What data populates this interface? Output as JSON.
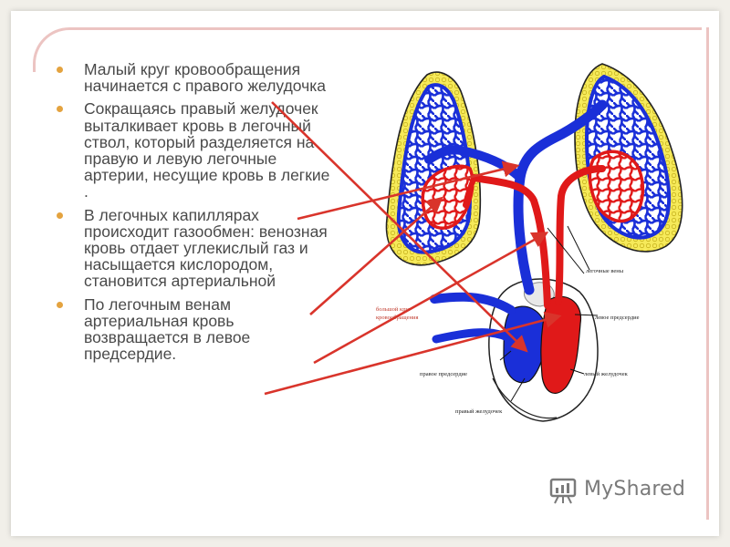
{
  "bullets": [
    "Малый круг кровообращения начинается с  правого желудочка",
    "Сокращаясь правый желудочек выталкивает кровь в легочный ствол, который разделяется  на правую и левую легочные артерии, несущие кровь в легкие .",
    "В легочных капиллярах происходит газообмен: венозная кровь отдает углекислый газ и насыщается кислородом, становится артериальной",
    "По  легочным венам артериальная кровь возвращается  в левое предсердие."
  ],
  "diagram_labels": {
    "pulmonary_veins": "легочные вены",
    "systemic_circle": "большой круг кровообращения",
    "left_atrium": "левое предсердие",
    "right_atrium": "правое предсердие",
    "left_ventricle": "левый желудочек",
    "right_ventricle": "правый желудочек"
  },
  "logo": {
    "text": "MyShared"
  },
  "colors": {
    "bullet": "#e4a33f",
    "arrow": "#d9342b",
    "venous": "#1a2fd8",
    "arterial": "#e01919",
    "lung_border": "#f2e34a",
    "frame": "#ecc4c2"
  }
}
